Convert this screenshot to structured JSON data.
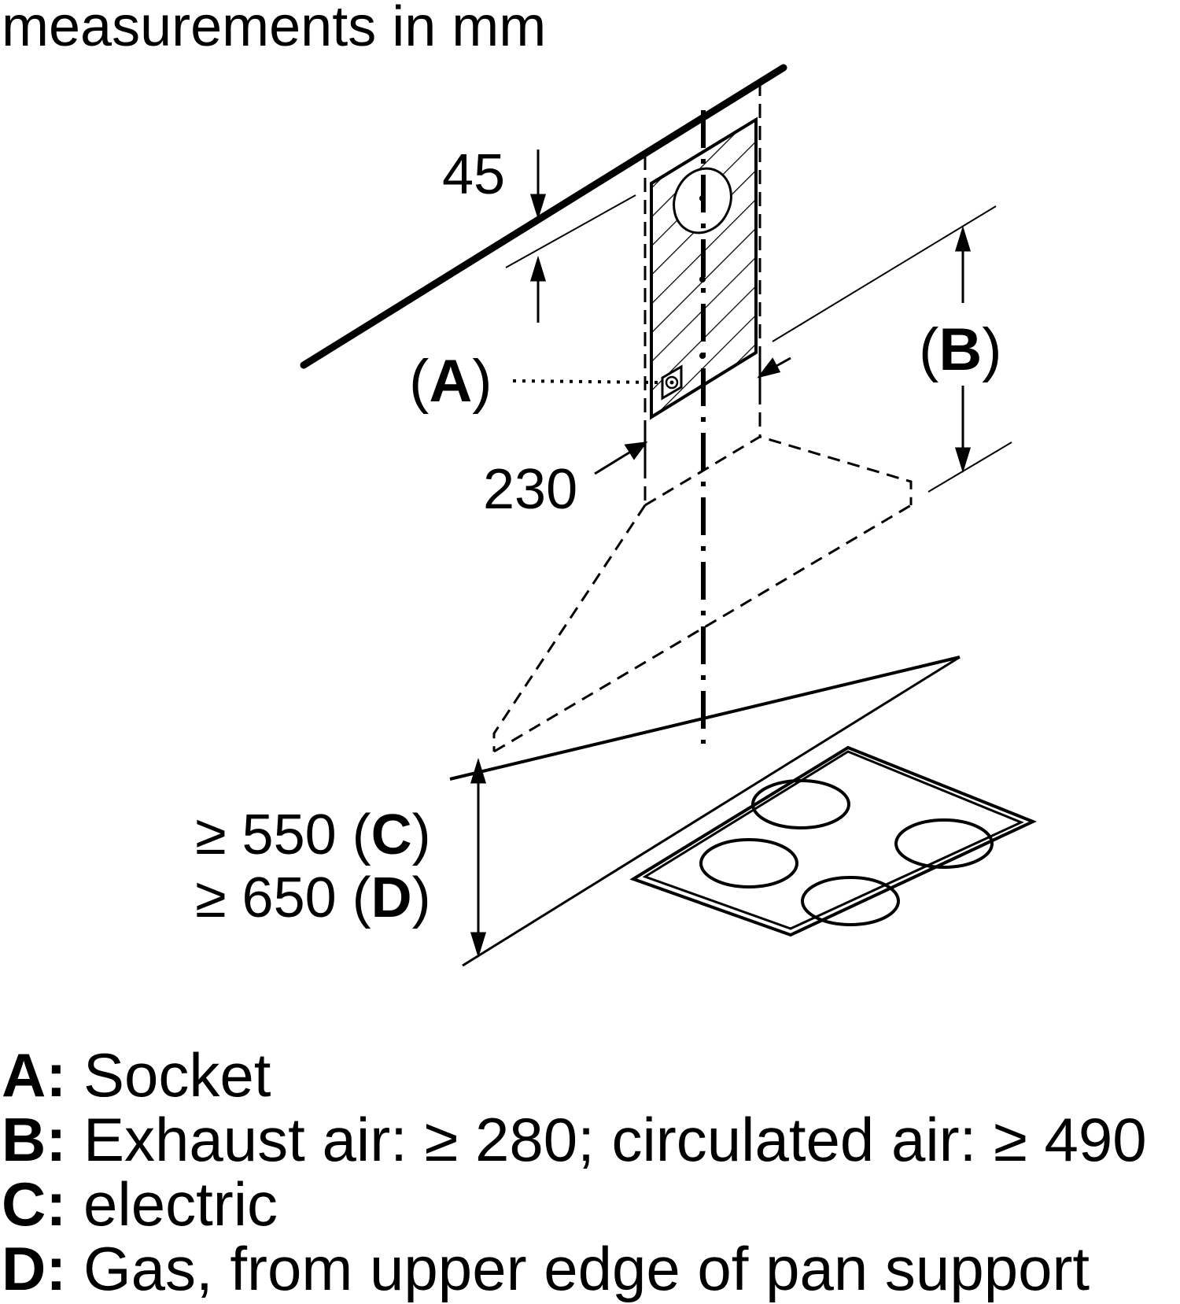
{
  "title": "measurements in mm",
  "dimensions": {
    "top_offset": "45",
    "width": "230",
    "label_a": "A",
    "label_b": "B",
    "min_c_prefix": "≥ 550 (",
    "min_c_key": "C",
    "min_d_prefix": "≥ 650 (",
    "min_d_key": "D",
    "close_paren": ")",
    "open_paren": "(",
    "open_paren_b": "("
  },
  "legend": [
    {
      "key": "A:",
      "text": "Socket"
    },
    {
      "key": "B:",
      "text": "Exhaust air: ≥ 280; circulated air: ≥ 490"
    },
    {
      "key": "C:",
      "text": "electric"
    },
    {
      "key": "D:",
      "text": "Gas, from upper edge of pan support"
    }
  ]
}
